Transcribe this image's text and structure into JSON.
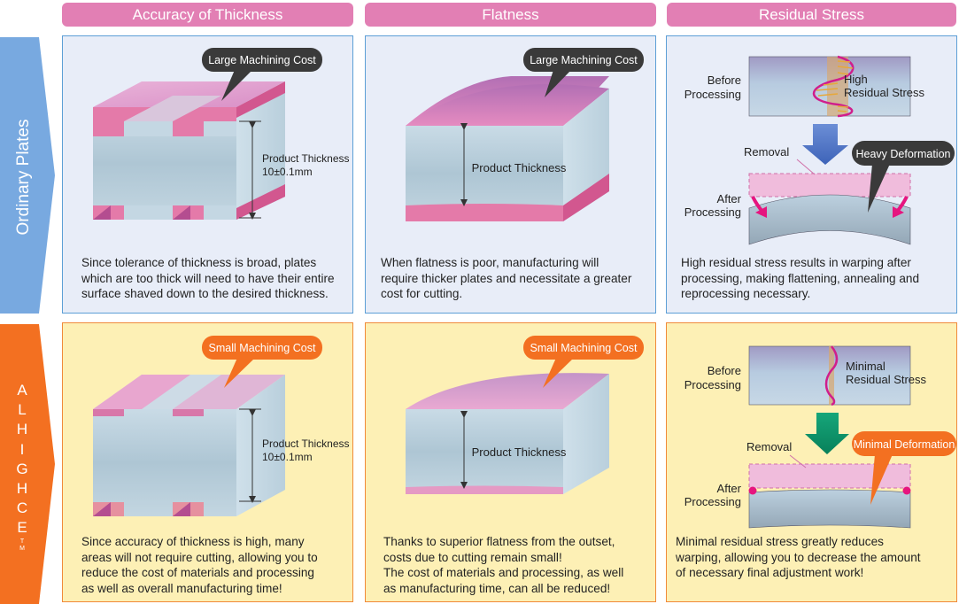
{
  "columns": [
    "Accuracy of Thickness",
    "Flatness",
    "Residual Stress"
  ],
  "rows": {
    "ordinary": {
      "label": "Ordinary Plates"
    },
    "alhighce": {
      "letters": [
        "A",
        "L",
        "H",
        "I",
        "G",
        "H",
        "C",
        "E"
      ],
      "tm": "TM"
    }
  },
  "callouts": {
    "large_cost": "Large Machining Cost",
    "small_cost": "Small Machining Cost",
    "heavy_deformation": "Heavy Deformation",
    "minimal_deformation": "Minimal Deformation"
  },
  "labels": {
    "product_thickness": "Product Thickness",
    "thickness_value": "10±0.1mm",
    "before": [
      "Before",
      "Processing"
    ],
    "after": [
      "After",
      "Processing"
    ],
    "removal": "Removal",
    "high_stress": [
      "High",
      "Residual Stress"
    ],
    "minimal_stress": [
      "Minimal",
      "Residual Stress"
    ]
  },
  "captions": {
    "ord_thickness": [
      "Since tolerance of thickness is broad, plates",
      "which are too thick will need to have their entire",
      "surface shaved down to the desired thickness."
    ],
    "ord_flatness": [
      "When flatness is poor, manufacturing will",
      "require thicker plates and necessitate a greater",
      "cost for cutting."
    ],
    "ord_stress": [
      "High residual stress results in warping after",
      "processing, making flattening, annealing and",
      "reprocessing necessary."
    ],
    "al_thickness": [
      "Since accuracy of thickness is high, many",
      "areas will not require cutting, allowing you to",
      "reduce the cost of materials and processing",
      "as well as overall manufacturing time!"
    ],
    "al_flatness": [
      "Thanks to superior flatness from the outset,",
      "costs due to cutting remain small!",
      "The cost of materials and processing, as well",
      "as manufacturing time, can all be reduced!"
    ],
    "al_stress": [
      "Minimal residual stress greatly reduces",
      "warping, allowing you to decrease the amount",
      "of necessary final adjustment work!"
    ]
  },
  "colors": {
    "header": "#e27fb4",
    "ordinary": "#78a9e0",
    "alhighce": "#f37021",
    "callout_dark": "#3a3a3a",
    "callout_orange": "#f37021"
  }
}
